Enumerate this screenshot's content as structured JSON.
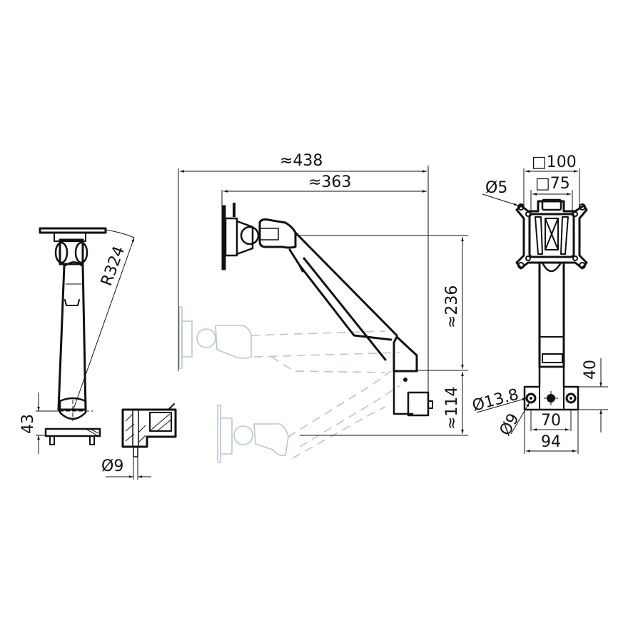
{
  "drawing": {
    "title": "Monitor arm dimension drawing",
    "colors": {
      "ink": "#111111",
      "ghost": "#b8c6d2",
      "background": "#ffffff"
    }
  },
  "side_view": {
    "radius_label": "R324",
    "base_height_label": "43"
  },
  "clamp_detail": {
    "bolt_diameter_label": "Ø9"
  },
  "main_view": {
    "overall_length_label": "≈438",
    "arm_length_label": "≈363",
    "height_above_label": "≈236",
    "height_below_label": "≈114"
  },
  "front_view": {
    "vesa_large_label": "□100",
    "vesa_small_label": "□75",
    "screw_hole_label": "Ø5",
    "base_hole_outer_label": "Ø13.8",
    "base_hole_inner_label": "Ø9",
    "hole_spacing_label": "70",
    "base_width_label": "94",
    "base_height_label": "40"
  }
}
